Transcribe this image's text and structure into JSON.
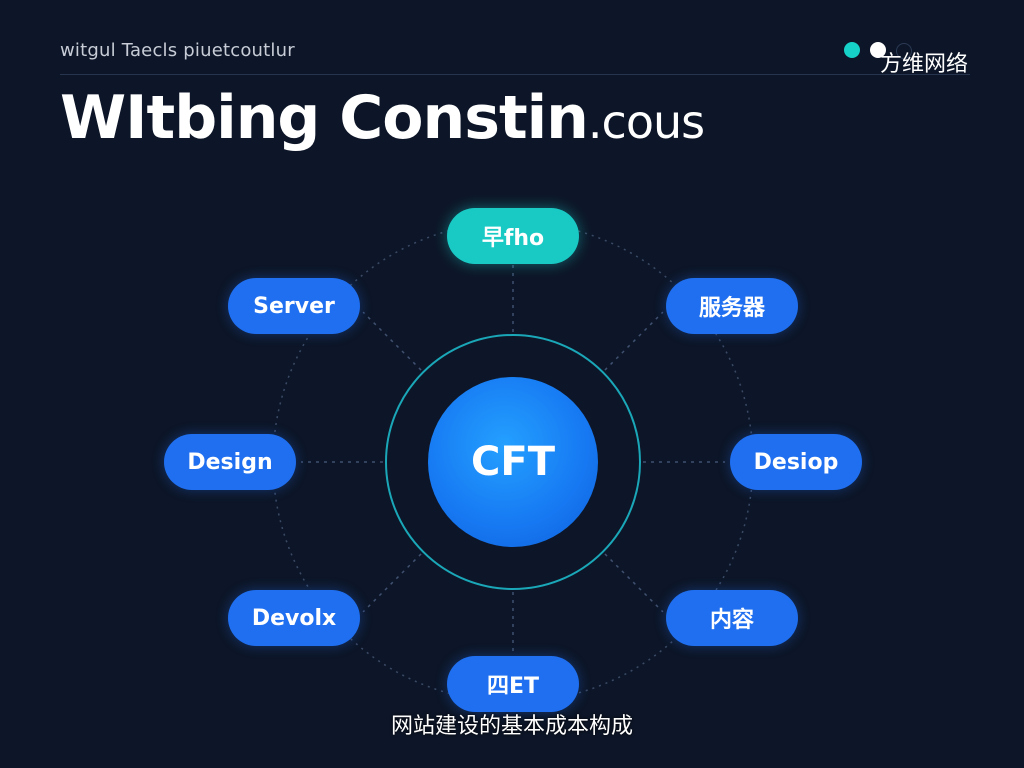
{
  "header": {
    "subtitle": "witgul Taecls piuetcoutlur",
    "title_main": "WItbing Constin",
    "title_suffix": ".cous",
    "brand": "方维网络"
  },
  "diagram": {
    "center_label": "CFT",
    "nodes": [
      {
        "key": "top",
        "label": "早fho",
        "color": "#19c9c4"
      },
      {
        "key": "top-right",
        "label": "服务器",
        "color": "#1f6ff0"
      },
      {
        "key": "right",
        "label": "Desiop",
        "color": "#1f6ff0"
      },
      {
        "key": "bottom-right",
        "label": "内容",
        "color": "#1f6ff0"
      },
      {
        "key": "bottom",
        "label": "四ET",
        "color": "#1f6ff0"
      },
      {
        "key": "bottom-left",
        "label": "Devolx",
        "color": "#1f6ff0"
      },
      {
        "key": "left",
        "label": "Design",
        "color": "#1f6ff0"
      },
      {
        "key": "top-left",
        "label": "Server",
        "color": "#1f6ff0"
      }
    ]
  },
  "caption": "网站建设的基本成本构成",
  "colors": {
    "background": "#0d1628",
    "accent_teal": "#19c9c4",
    "accent_blue": "#1f6ff0"
  }
}
